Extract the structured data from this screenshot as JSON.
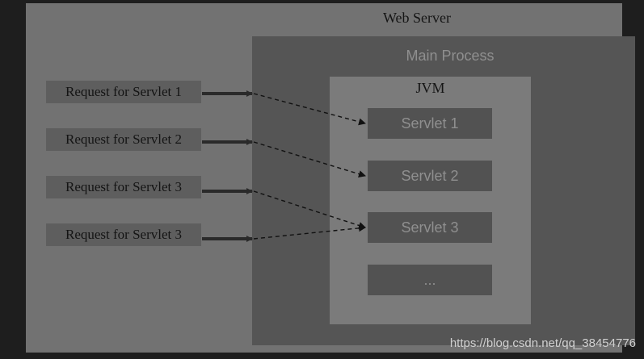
{
  "web_server": {
    "title": "Web Server"
  },
  "main_process": {
    "title": "Main Process"
  },
  "jvm": {
    "title": "JVM",
    "servlets": [
      "Servlet 1",
      "Servlet 2",
      "Servlet 3",
      "..."
    ]
  },
  "requests": [
    "Request for Servlet 1",
    "Request for Servlet 2",
    "Request for Servlet 3",
    "Request for Servlet 3"
  ],
  "watermark": "https://blog.csdn.net/qq_38454776"
}
